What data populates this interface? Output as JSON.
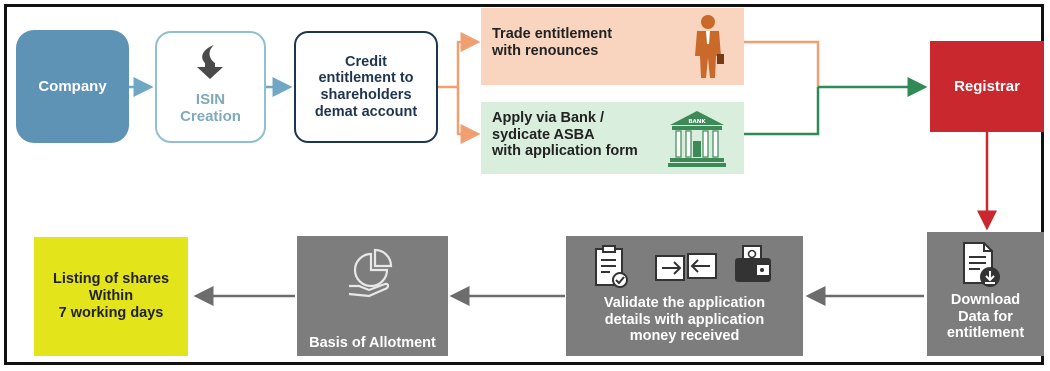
{
  "nodes": {
    "company": "Company",
    "isin": "ISIN\nCreation",
    "credit": "Credit\nentitlement to\nshareholders\ndemat account",
    "trade": "Trade entitlement\nwith renounces",
    "apply": "Apply via Bank /\nsydicate ASBA\nwith application  form",
    "registrar": "Registrar",
    "download": "Download\nData for\nentitlement",
    "validate": "Validate the application\ndetails with application\nmoney received",
    "basis": "Basis of Allotment",
    "listing": "Listing of shares\nWithin\n7 working days"
  },
  "icons": {
    "isin": "down-arrow-icon",
    "trade": "businessman-icon",
    "apply": "bank-building-icon",
    "bank_sign": "BANK",
    "download": "document-download-icon",
    "validate": [
      "checklist-icon",
      "exchange-icon",
      "wallet-icon"
    ],
    "basis": "pie-chart-hand-icon"
  },
  "colors": {
    "company": "#5f93b6",
    "isin_border": "#8fbfd1",
    "isin_text": "#7fa9bd",
    "credit_border": "#1e3550",
    "credit_text": "#1e3550",
    "trade_bg": "#f9d5c0",
    "apply_bg": "#d9eedd",
    "registrar": "#c9282e",
    "gray_box": "#7d7d7d",
    "listing": "#e4e41a",
    "orange_line": "#f0a070",
    "green_line": "#2f8a55",
    "blue_line": "#6fa8c4",
    "gray_line": "#6d6d6d",
    "red_line": "#c9282e"
  }
}
